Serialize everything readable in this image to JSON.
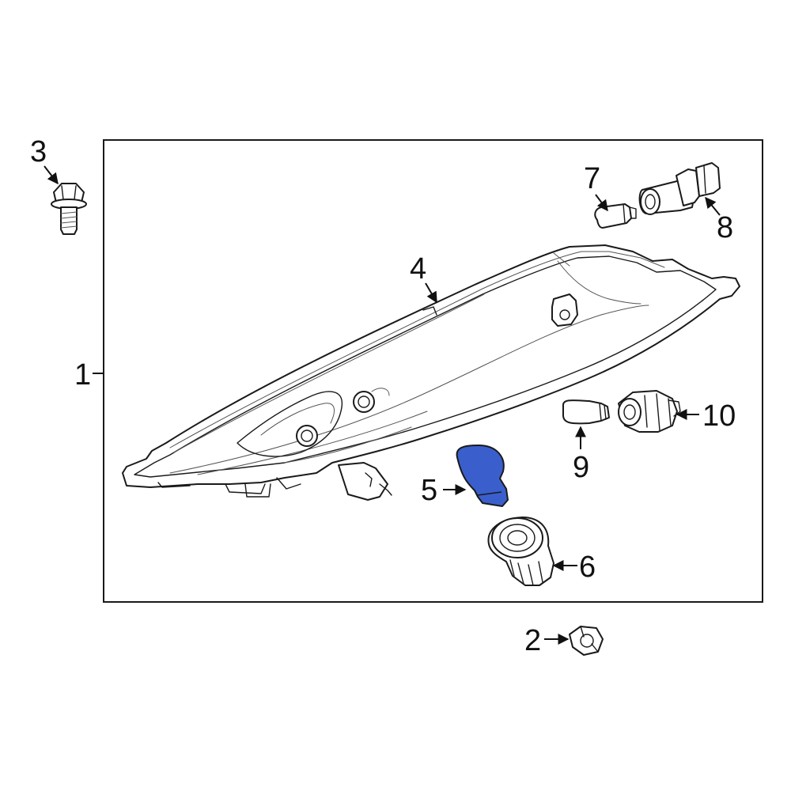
{
  "diagram": {
    "highlight_color": "#3a5fcd",
    "frame_color": "#1a1a1a",
    "callouts": {
      "c1": "1",
      "c2": "2",
      "c3": "3",
      "c4": "4",
      "c5": "5",
      "c6": "6",
      "c7": "7",
      "c8": "8",
      "c9": "9",
      "c10": "10"
    },
    "parts": {
      "p1": "lamp-assembly-frame",
      "p2": "hex-nut",
      "p3": "flange-bolt",
      "p4": "headlamp-housing",
      "p5": "turn-signal-bulb",
      "p6": "bulb-socket",
      "p7": "wedge-bulb",
      "p8": "side-marker-socket",
      "p9": "small-bulb",
      "p10": "small-bulb-socket"
    }
  }
}
